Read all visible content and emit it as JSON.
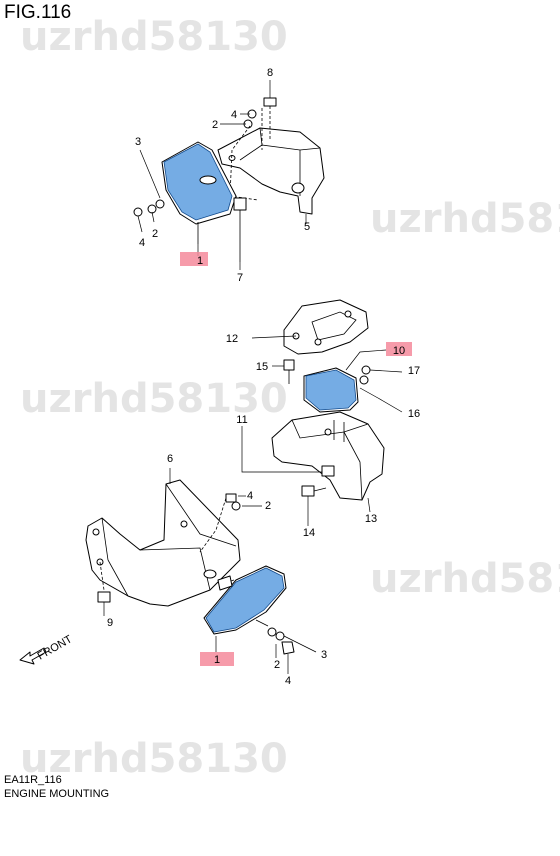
{
  "figure": {
    "title": "FIG.116",
    "code": "EA11R_116",
    "name": "ENGINE MOUNTING",
    "direction_label": "FRONT"
  },
  "watermark": "uzrhd58130",
  "callouts": {
    "top": [
      "8",
      "4",
      "2",
      "3",
      "2",
      "4",
      "1",
      "7",
      "5"
    ],
    "middle": [
      "12",
      "10",
      "15",
      "17",
      "16",
      "11",
      "13",
      "14"
    ],
    "bottom": [
      "6",
      "4",
      "2",
      "9",
      "1",
      "2",
      "3",
      "4"
    ]
  },
  "colors": {
    "highlight_blue": "#2b7fd6",
    "highlight_pink": "#f48a9b",
    "watermark": "#d9d9d9"
  }
}
